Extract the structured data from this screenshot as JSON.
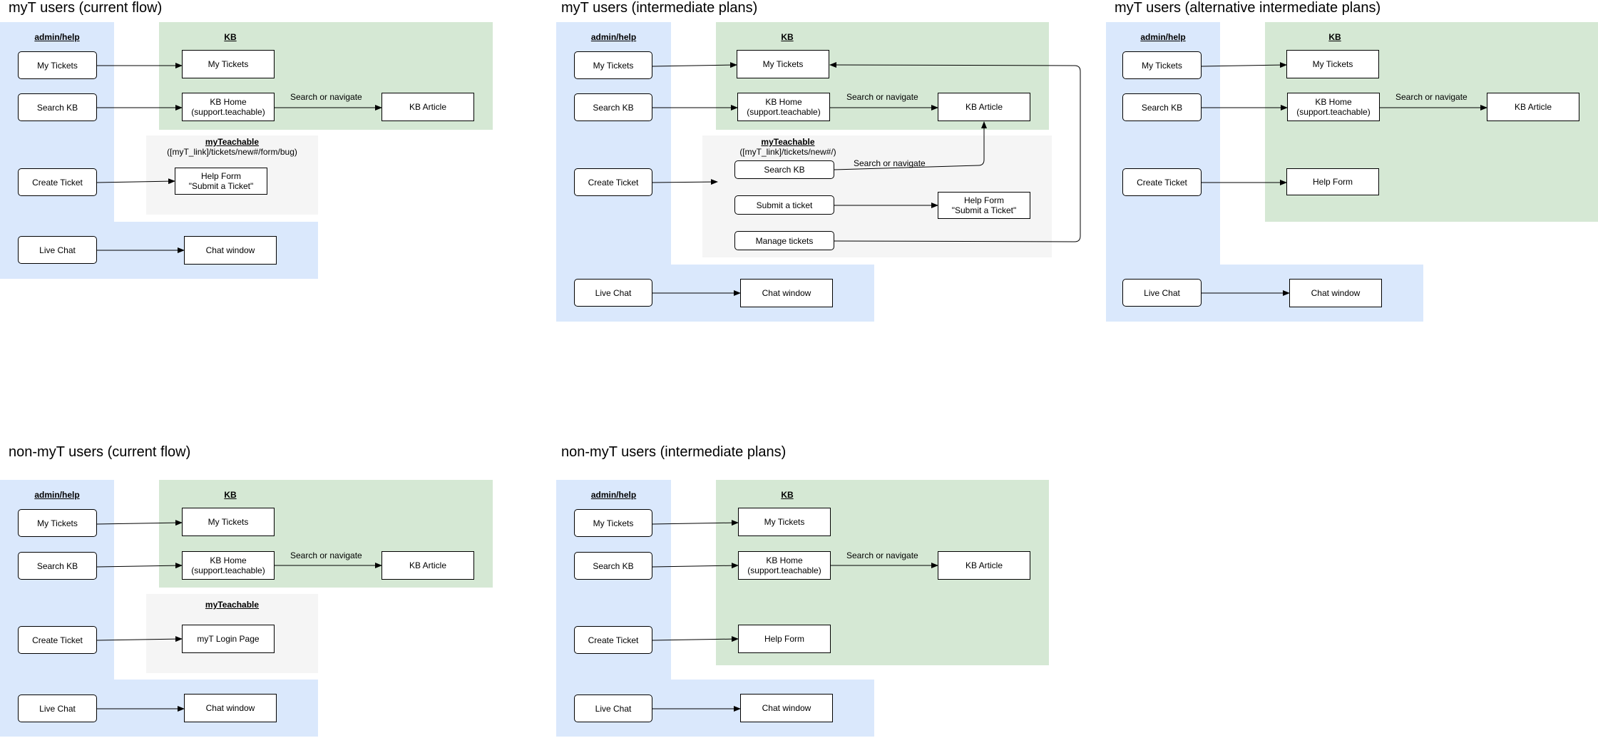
{
  "titles": {
    "myt_current": "myT users (current flow)",
    "myt_intermediate": "myT users (intermediate plans)",
    "myt_alternative": "myT users (alternative intermediate plans)",
    "nonmyt_current": "non-myT users (current flow)",
    "nonmyt_intermediate": "non-myT users (intermediate plans)"
  },
  "labels": {
    "admin_help": "admin/help",
    "kb": "KB",
    "my_teachable": "myTeachable",
    "form_bug_path": "([myT_link]/tickets/new#/form/bug)",
    "new_path": "([myT_link]/tickets/new#/)",
    "my_tickets": "My Tickets",
    "search_kb": "Search KB",
    "create_ticket": "Create Ticket",
    "live_chat": "Live Chat",
    "kb_home": "KB Home\n(support.teachable)",
    "kb_article": "KB Article",
    "search_or_navigate": "Search or navigate",
    "help_form_submit": "Help Form\n\"Submit a Ticket\"",
    "help_form": "Help Form",
    "chat_window": "Chat window",
    "submit_a_ticket": "Submit a ticket",
    "manage_tickets": "Manage tickets",
    "myt_login_page": "myT Login Page"
  },
  "colors": {
    "admin_help_region": "#dae8fc",
    "kb_region": "#d5e8d4",
    "myteachable_region": "#f5f5f5",
    "edge": "#000000"
  }
}
